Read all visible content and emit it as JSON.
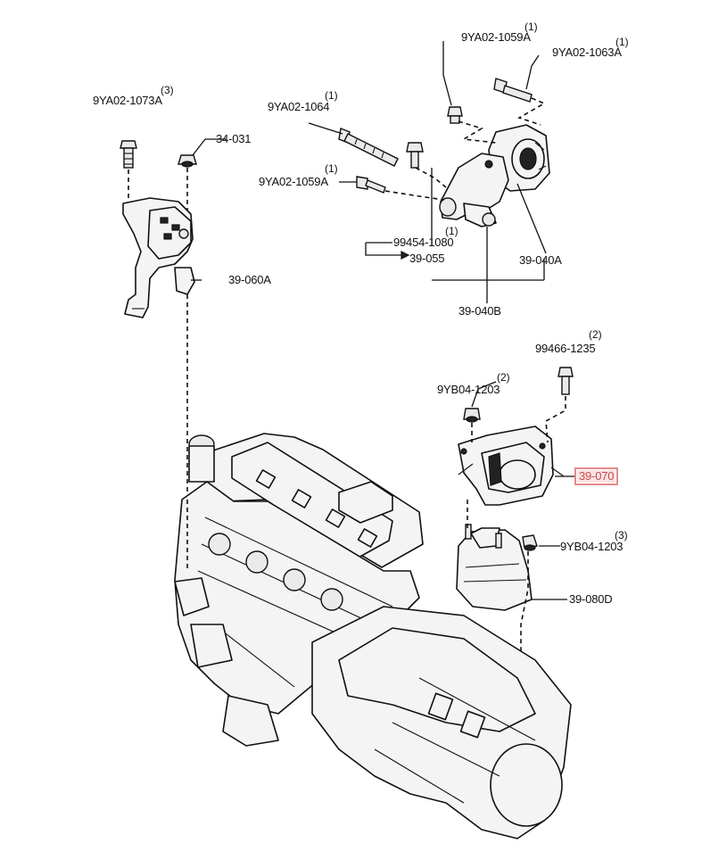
{
  "callouts": {
    "c_9ya02_1073a": {
      "code": "9YA02-1073A",
      "qty": "(3)"
    },
    "c_34_031": {
      "code": "34-031"
    },
    "c_39_060a": {
      "code": "39-060A"
    },
    "c_9ya02_1064": {
      "code": "9YA02-1064",
      "qty": "(1)"
    },
    "c_9ya02_1059a_top": {
      "code": "9YA02-1059A",
      "qty": "(1)"
    },
    "c_9ya02_1063a": {
      "code": "9YA02-1063A",
      "qty": "(1)"
    },
    "c_9ya02_1059a_mid": {
      "code": "9YA02-1059A",
      "qty": "(1)"
    },
    "c_99454_1080": {
      "code": "99454-1080",
      "qty": "(1)"
    },
    "c_39_055": {
      "code": "39-055"
    },
    "c_39_040a": {
      "code": "39-040A"
    },
    "c_39_040b": {
      "code": "39-040B"
    },
    "c_99466_1235": {
      "code": "99466-1235",
      "qty": "(2)"
    },
    "c_9yb04_1203_a": {
      "code": "9YB04-1203",
      "qty": "(2)"
    },
    "c_39_070": {
      "code": "39-070",
      "highlight_color": "#e58a8a"
    },
    "c_9yb04_1203_b": {
      "code": "9YB04-1203",
      "qty": "(3)"
    },
    "c_39_080d": {
      "code": "39-080D"
    }
  }
}
